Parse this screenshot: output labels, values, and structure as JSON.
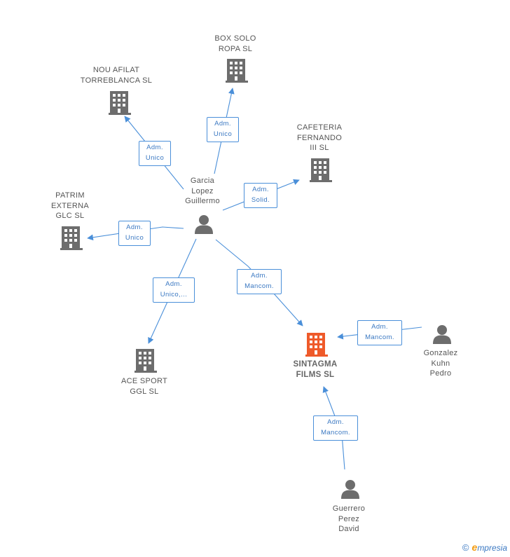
{
  "colors": {
    "edge": "#4a8fd9",
    "node_icon": "#6d6d6d",
    "focus_icon": "#ef5a2a"
  },
  "nodes": [
    {
      "id": "nou",
      "type": "company",
      "label": "NOU AFILAT\nTORREBLANCA SL"
    },
    {
      "id": "box",
      "type": "company",
      "label": "BOX SOLO\nROPA SL"
    },
    {
      "id": "cafe",
      "type": "company",
      "label": "CAFETERIA\nFERNANDO\nIII SL"
    },
    {
      "id": "patrim",
      "type": "company",
      "label": "PATRIM\nEXTERNA\nGLC SL"
    },
    {
      "id": "ace",
      "type": "company",
      "label": "ACE SPORT\nGGL SL"
    },
    {
      "id": "sintagma",
      "type": "focus",
      "label": "SINTAGMA\nFILMS SL"
    },
    {
      "id": "garcia",
      "type": "person",
      "label": "Garcia\nLopez\nGuillermo"
    },
    {
      "id": "gonzalez",
      "type": "person",
      "label": "Gonzalez\nKuhn\nPedro"
    },
    {
      "id": "guerrero",
      "type": "person",
      "label": "Guerrero\nPerez\nDavid"
    }
  ],
  "edges": [
    {
      "from": "garcia",
      "to": "nou",
      "label": "Adm.\nUnico"
    },
    {
      "from": "garcia",
      "to": "box",
      "label": "Adm.\nUnico"
    },
    {
      "from": "garcia",
      "to": "cafe",
      "label": "Adm.\nSolid."
    },
    {
      "from": "garcia",
      "to": "patrim",
      "label": "Adm.\nUnico"
    },
    {
      "from": "garcia",
      "to": "ace",
      "label": "Adm.\nUnico,..."
    },
    {
      "from": "garcia",
      "to": "sintagma",
      "label": "Adm.\nMancom."
    },
    {
      "from": "gonzalez",
      "to": "sintagma",
      "label": "Adm.\nMancom."
    },
    {
      "from": "guerrero",
      "to": "sintagma",
      "label": "Adm.\nMancom."
    }
  ],
  "brand": {
    "copyright": "©",
    "e": "e",
    "name": "mpresia"
  }
}
